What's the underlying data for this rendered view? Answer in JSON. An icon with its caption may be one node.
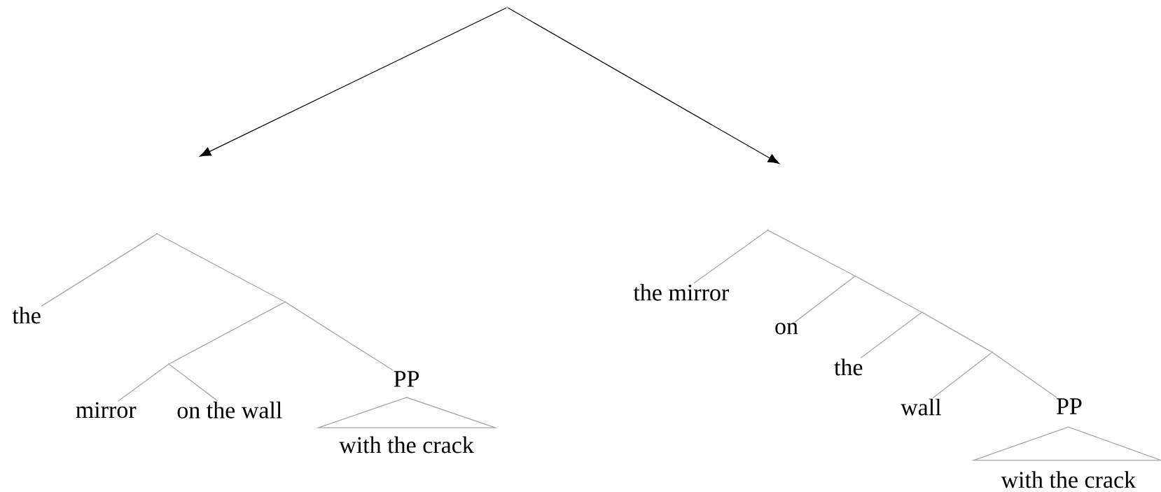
{
  "diagram": {
    "nodes": [
      {
        "text": [],
        "shape": "point"
      },
      {
        "text": [],
        "shape": "point"
      },
      {
        "text": [
          "the"
        ]
      },
      {
        "text": [],
        "shape": "point"
      },
      {
        "text": [],
        "shape": "point"
      },
      {
        "text": [
          "mirror"
        ]
      },
      {
        "text": [
          "on the wall"
        ]
      },
      {
        "text": [
          "PP"
        ]
      },
      {
        "text": [
          "with the crack"
        ]
      },
      {
        "text": [],
        "shape": "point"
      },
      {
        "text": [
          "the mirror"
        ]
      },
      {
        "text": [],
        "shape": "point"
      },
      {
        "text": [
          "on"
        ]
      },
      {
        "text": [],
        "shape": "point"
      },
      {
        "text": [
          "the"
        ]
      },
      {
        "text": [],
        "shape": "point"
      },
      {
        "text": [
          "wall"
        ]
      },
      {
        "text": [
          "PP"
        ]
      },
      {
        "text": [
          "with the crack"
        ]
      }
    ],
    "edges": [
      {
        "from": 0,
        "to": null,
        "arrow": "to",
        "color": "#000000"
      },
      {
        "from": 0,
        "to": null,
        "arrow": "to",
        "color": "#000000"
      },
      {
        "from": 1,
        "to": 2,
        "arrow": "none"
      },
      {
        "from": 1,
        "to": 3,
        "arrow": "none"
      },
      {
        "from": 3,
        "to": 4,
        "arrow": "none"
      },
      {
        "from": 3,
        "to": 7,
        "arrow": "none"
      },
      {
        "from": 4,
        "to": 5,
        "arrow": "none"
      },
      {
        "from": 4,
        "to": 6,
        "arrow": "none"
      },
      {
        "from": 9,
        "to": 10,
        "arrow": "none"
      },
      {
        "from": 9,
        "to": 11,
        "arrow": "none"
      },
      {
        "from": 11,
        "to": 12,
        "arrow": "none"
      },
      {
        "from": 11,
        "to": 13,
        "arrow": "none"
      },
      {
        "from": 13,
        "to": 14,
        "arrow": "none"
      },
      {
        "from": 13,
        "to": 15,
        "arrow": "none"
      },
      {
        "from": 15,
        "to": 16,
        "arrow": "none"
      },
      {
        "from": 15,
        "to": 17,
        "arrow": "none"
      }
    ]
  }
}
